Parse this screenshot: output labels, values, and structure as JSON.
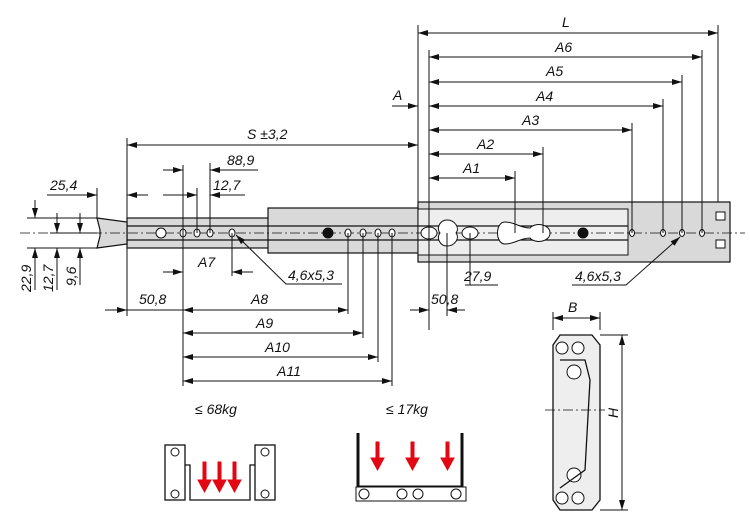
{
  "dimensions": {
    "L": "L",
    "A6": "A6",
    "A5": "A5",
    "A4": "A4",
    "A": "A",
    "A3": "A3",
    "A2": "A2",
    "A1": "A1",
    "S": "S ±3,2",
    "d88_9": "88,9",
    "d12_7_top": "12,7",
    "d25_4": "25,4",
    "d22_9": "22,9",
    "d12_7_side": "12,7",
    "d9_6": "9,6",
    "A7": "A7",
    "hole_left": "4,6x5,3",
    "d50_8_left": "50,8",
    "A8": "A8",
    "A9": "A9",
    "A10": "A10",
    "A11": "A11",
    "d27_9": "27,9",
    "d50_8_right": "50,8",
    "hole_right": "4,6x5,3",
    "B": "B",
    "H": "H"
  },
  "loads": {
    "side_mount": "≤ 68kg",
    "bottom_mount": "≤ 17kg"
  },
  "colors": {
    "arrow": "#e30613",
    "rail_fill": "#d9d9d9"
  }
}
